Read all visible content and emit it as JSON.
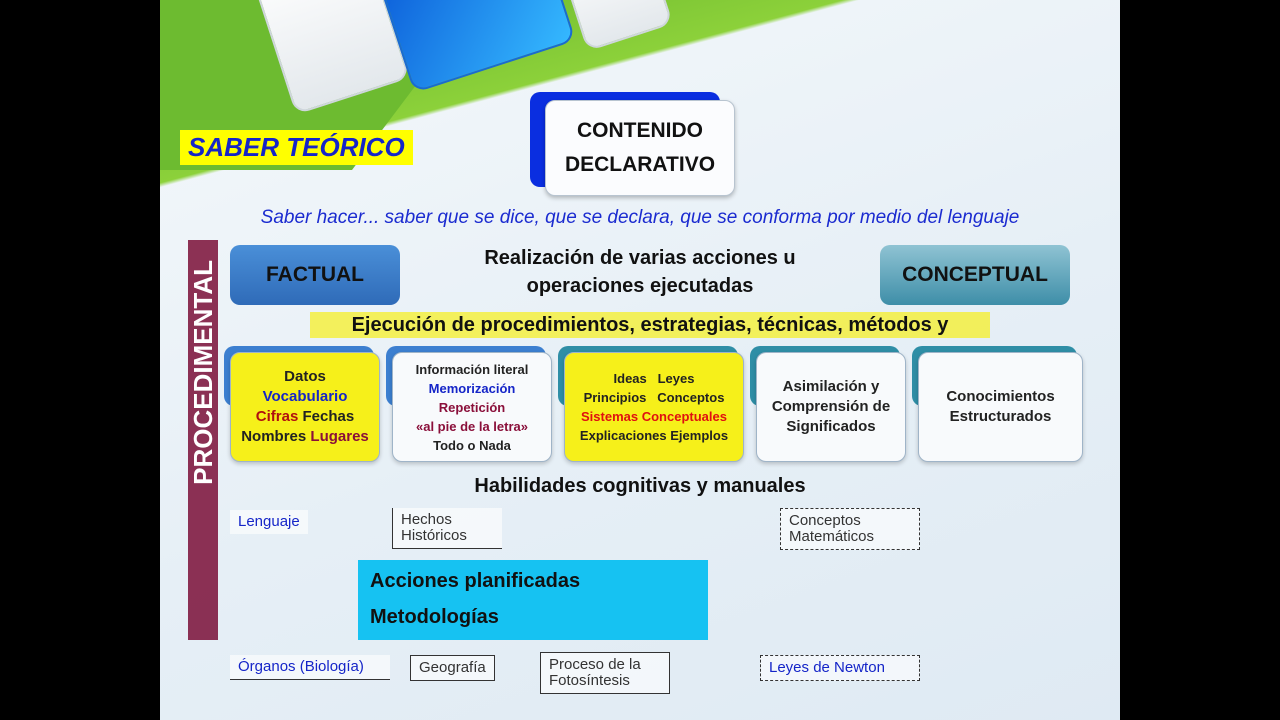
{
  "title": {
    "line1": "CONTENIDO",
    "line2": "DECLARATIVO"
  },
  "saber_label": "SABER TEÓRICO",
  "subtitle": "Saber hacer... saber que se dice, que se declara, que se conforma por medio del lenguaje",
  "categories": {
    "factual": "FACTUAL",
    "conceptual": "CONCEPTUAL"
  },
  "factual_cards": {
    "datos": {
      "title": "Datos",
      "vocab": "Vocabulario",
      "cifras": "Cifras",
      "fechas": "Fechas",
      "nombres": "Nombres",
      "lugares": "Lugares"
    },
    "info": {
      "l1": "Información literal",
      "l2": "Memorización",
      "l3": "Repetición",
      "l4": "«al pie de la letra»",
      "l5": "Todo o Nada"
    }
  },
  "conceptual_cards": {
    "ideas": {
      "ideas": "Ideas",
      "leyes": "Leyes",
      "principios": "Principios",
      "conceptos": "Conceptos",
      "sistemas": "Sistemas Conceptuales",
      "explicaciones": "Explicaciones",
      "ejemplos": "Ejemplos"
    },
    "asimilacion": "Asimilación y Comprensión de Significados",
    "estructurados": "Conocimientos Estructurados"
  },
  "examples": {
    "lenguaje": "Lenguaje",
    "organos": "Órganos (Biología)",
    "hechos": "Hechos Históricos",
    "geografia": "Geografía",
    "fotosintesis": "Proceso de la Fotosíntesis",
    "matematicos": "Conceptos Matemáticos",
    "newton": "Leyes de Newton"
  },
  "overlay": {
    "realizacion": "Realización de varias acciones u operaciones ejecutadas",
    "ejecucion": "Ejecución de procedimientos, estrategias, técnicas, métodos y",
    "habilidades": "Habilidades cognitivas y manuales",
    "acciones": "Acciones planificadas",
    "metodologias": "Metodologías",
    "vertical": "PROCEDIMENTAL"
  }
}
